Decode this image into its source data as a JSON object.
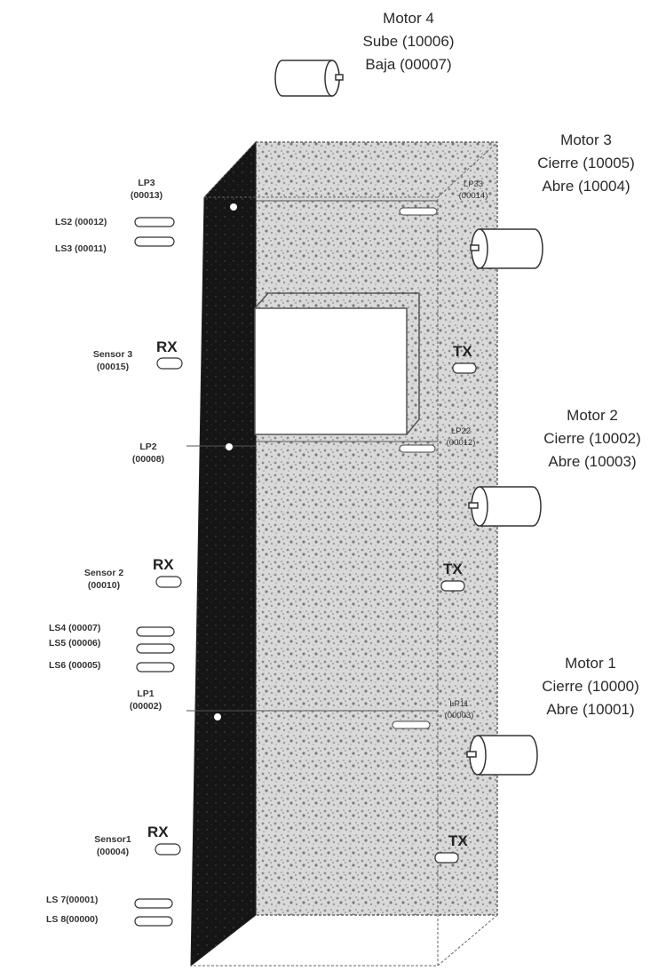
{
  "motors": {
    "m4": [
      "Motor 4",
      "Sube (10006)",
      "Baja (00007)"
    ],
    "m3": [
      "Motor 3",
      "Cierre (10005)",
      "Abre (10004)"
    ],
    "m2": [
      "Motor 2",
      "Cierre (10002)",
      "Abre (10003)"
    ],
    "m1": [
      "Motor 1",
      "Cierre (10000)",
      "Abre (10001)"
    ]
  },
  "left_labels": {
    "lp3": [
      "LP3",
      "(00013)"
    ],
    "ls2": "LS2 (00012)",
    "ls3": "LS3 (00011)",
    "sensor3": [
      "Sensor 3",
      "(00015)"
    ],
    "lp2": [
      "LP2",
      "(00008)"
    ],
    "sensor2": [
      "Sensor 2",
      "(00010)"
    ],
    "ls4": "LS4 (00007)",
    "ls5": "LS5 (00006)",
    "ls6": "LS6 (00005)",
    "lp1": [
      "LP1",
      "(00002)"
    ],
    "sensor1": [
      "Sensor1",
      "(00004)"
    ],
    "ls7": "LS 7(00001)",
    "ls8": "LS 8(00000)"
  },
  "inner_labels": {
    "lp33": [
      "LP33",
      "(00014)"
    ],
    "lp22": [
      "LP22",
      "(00012)"
    ],
    "lp11": [
      "LP11",
      "(00003)"
    ]
  },
  "rx_label": "RX",
  "tx_label": "TX",
  "colors": {
    "panel_dark": "#161616",
    "speckle": "#cfcfcf",
    "line": "#555555"
  }
}
